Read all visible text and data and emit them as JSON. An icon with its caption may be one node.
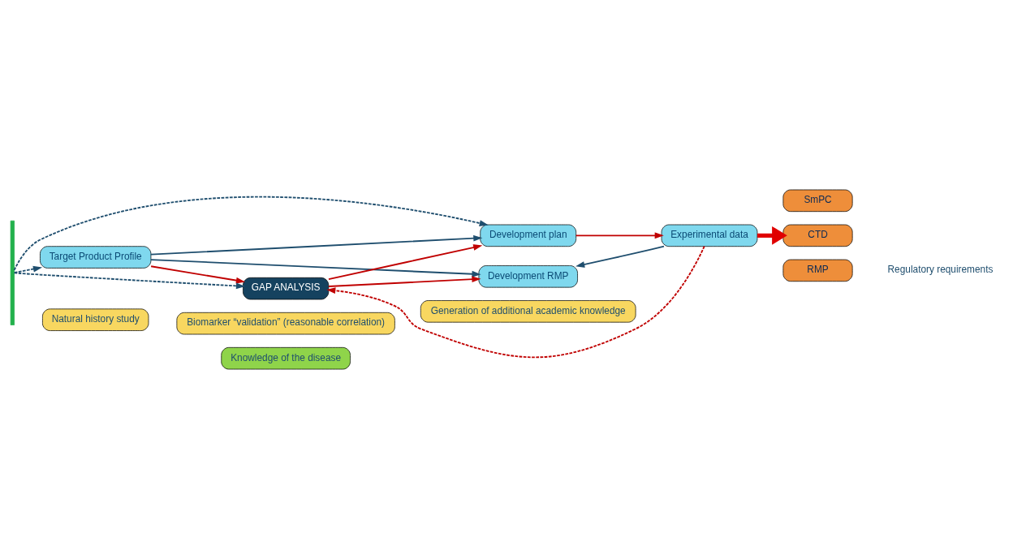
{
  "diagram": {
    "nodes": [
      {
        "text": [
          "Development plan"
        ]
      },
      {
        "text": [
          "Target Product Profile"
        ]
      },
      {
        "text": [
          "GAP ANALYSIS"
        ]
      },
      {
        "text": [
          "Experimental data"
        ]
      },
      {
        "text": [
          "Development RMP"
        ]
      },
      {
        "text": [
          "SmPC"
        ]
      },
      {
        "text": [
          "CTD"
        ]
      },
      {
        "text": [
          "RMP"
        ]
      },
      {
        "text": [],
        "shape": "bar"
      },
      {
        "text": [
          "Natural history study"
        ]
      },
      {
        "text": [
          "Biomarker “validation” (reasonable correlation)"
        ]
      },
      {
        "text": [
          "Generation of additional academic knowledge"
        ]
      },
      {
        "text": [
          "Knowledge of the disease"
        ]
      }
    ],
    "edges": [
      {
        "from": 8,
        "to": 0,
        "arrow": "to",
        "style": "dashed",
        "color": "#1f4e6e"
      },
      {
        "from": 8,
        "to": 1,
        "arrow": "to",
        "style": "dashed",
        "color": "#1f4e6e"
      },
      {
        "from": 8,
        "to": 2,
        "arrow": "to",
        "style": "dashed",
        "color": "#1f4e6e"
      },
      {
        "from": 1,
        "to": 2,
        "arrow": "to",
        "color": "#c00000"
      },
      {
        "from": 1,
        "to": 0,
        "arrow": "to",
        "color": "#1f4e6e"
      },
      {
        "from": 1,
        "to": 4,
        "arrow": "to",
        "color": "#1f4e6e"
      },
      {
        "from": 2,
        "to": 0,
        "arrow": "to",
        "color": "#c00000"
      },
      {
        "from": 2,
        "to": 4,
        "arrow": "to",
        "color": "#c00000"
      },
      {
        "from": 0,
        "to": 3,
        "arrow": "to",
        "color": "#c00000"
      },
      {
        "from": 3,
        "to": 2,
        "arrow": "to",
        "style": "dashed",
        "color": "#c00000"
      },
      {
        "from": 3,
        "to": 4,
        "arrow": "to",
        "color": "#1f4e6e"
      },
      {
        "from": 3,
        "to": 6,
        "arrow": "to",
        "style": "thick",
        "color": "#e00000"
      }
    ],
    "labels": [
      "Regulatory requirements"
    ]
  }
}
